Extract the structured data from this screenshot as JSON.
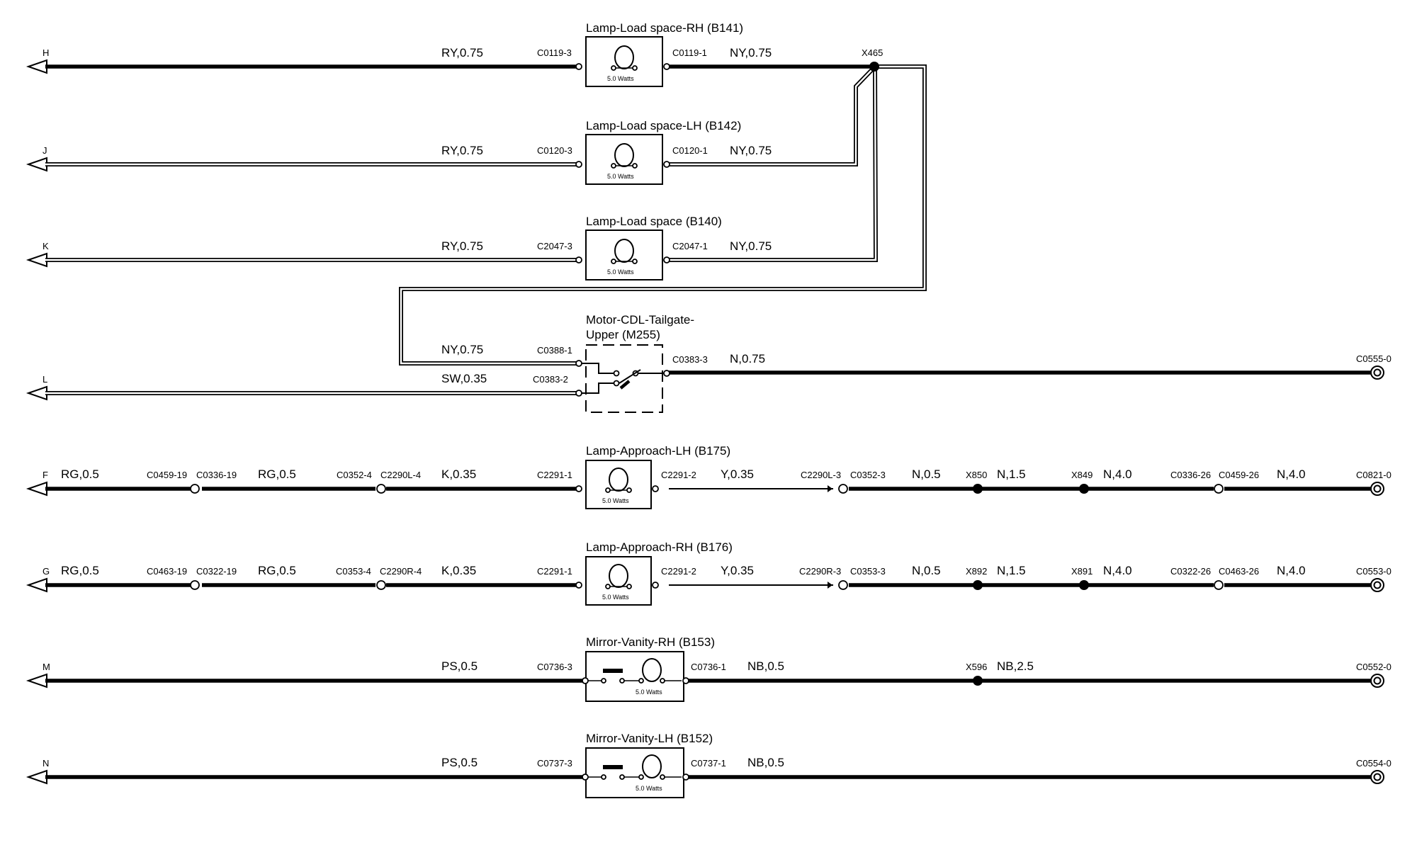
{
  "circuits": {
    "H": {
      "terminal": "H",
      "left_wire": "RY,0.75",
      "in_connector": "C0119-3",
      "component": "Lamp-Load space-RH (B141)",
      "rating": "5.0 Watts",
      "out_connector": "C0119-1",
      "right_wire": "NY,0.75",
      "junction": "X465"
    },
    "J": {
      "terminal": "J",
      "left_wire": "RY,0.75",
      "in_connector": "C0120-3",
      "component": "Lamp-Load space-LH (B142)",
      "rating": "5.0 Watts",
      "out_connector": "C0120-1",
      "right_wire": "NY,0.75"
    },
    "K": {
      "terminal": "K",
      "left_wire": "RY,0.75",
      "in_connector": "C2047-3",
      "component": "Lamp-Load space (B140)",
      "rating": "5.0 Watts",
      "out_connector": "C2047-1",
      "right_wire": "NY,0.75"
    },
    "L": {
      "terminal": "L",
      "component_line1": "Motor-CDL-Tailgate-",
      "component_line2": "Upper (M255)",
      "top_wire": "NY,0.75",
      "top_connector": "C0388-1",
      "left_wire": "SW,0.35",
      "in_connector": "C0383-2",
      "out_connector": "C0383-3",
      "right_wire": "N,0.75",
      "ground": "C0555-0"
    },
    "F": {
      "terminal": "F",
      "wire1": "RG,0.5",
      "conn1a": "C0459-19",
      "conn1b": "C0336-19",
      "wire2": "RG,0.5",
      "conn2a": "C0352-4",
      "conn2b": "C2290L-4",
      "wire3": "K,0.35",
      "in_connector": "C2291-1",
      "component": "Lamp-Approach-LH (B175)",
      "rating": "5.0 Watts",
      "out_connector": "C2291-2",
      "wire4": "Y,0.35",
      "conn3a": "C2290L-3",
      "conn3b": "C0352-3",
      "wire5": "N,0.5",
      "splice1": "X850",
      "wire6": "N,1.5",
      "splice2": "X849",
      "wire7": "N,4.0",
      "conn4a": "C0336-26",
      "conn4b": "C0459-26",
      "wire8": "N,4.0",
      "ground": "C0821-0"
    },
    "G": {
      "terminal": "G",
      "wire1": "RG,0.5",
      "conn1a": "C0463-19",
      "conn1b": "C0322-19",
      "wire2": "RG,0.5",
      "conn2a": "C0353-4",
      "conn2b": "C2290R-4",
      "wire3": "K,0.35",
      "in_connector": "C2291-1",
      "component": "Lamp-Approach-RH (B176)",
      "rating": "5.0 Watts",
      "out_connector": "C2291-2",
      "wire4": "Y,0.35",
      "conn3a": "C2290R-3",
      "conn3b": "C0353-3",
      "wire5": "N,0.5",
      "splice1": "X892",
      "wire6": "N,1.5",
      "splice2": "X891",
      "wire7": "N,4.0",
      "conn4a": "C0322-26",
      "conn4b": "C0463-26",
      "wire8": "N,4.0",
      "ground": "C0553-0"
    },
    "M": {
      "terminal": "M",
      "left_wire": "PS,0.5",
      "in_connector": "C0736-3",
      "component": "Mirror-Vanity-RH (B153)",
      "rating": "5.0 Watts",
      "out_connector": "C0736-1",
      "right_wire": "NB,0.5",
      "splice": "X596",
      "splice_wire": "NB,2.5",
      "ground": "C0552-0"
    },
    "N": {
      "terminal": "N",
      "left_wire": "PS,0.5",
      "in_connector": "C0737-3",
      "component": "Mirror-Vanity-LH (B152)",
      "rating": "5.0 Watts",
      "out_connector": "C0737-1",
      "right_wire": "NB,0.5",
      "ground": "C0554-0"
    }
  }
}
